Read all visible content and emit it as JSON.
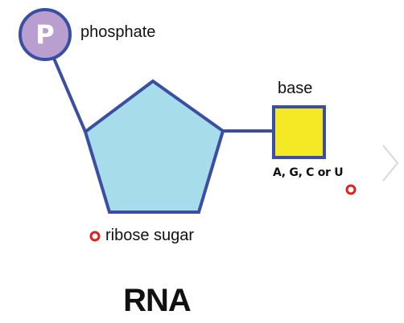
{
  "diagram": {
    "phosphate_symbol": "P",
    "phosphate_label": "phosphate",
    "base_label": "base",
    "base_options": "A, G, C or U",
    "sugar_label": "ribose sugar",
    "title": "RNA"
  },
  "colors": {
    "outline": "#3a4fa3",
    "phosphate_fill": "#b99fd0",
    "sugar_fill": "#a7dcea",
    "base_fill": "#f4e924",
    "marker": "#e0201c",
    "nav_chevron": "#d8d8d8"
  },
  "icons": {
    "next": "chevron-right-icon",
    "marker": "red-circle-marker-icon"
  }
}
